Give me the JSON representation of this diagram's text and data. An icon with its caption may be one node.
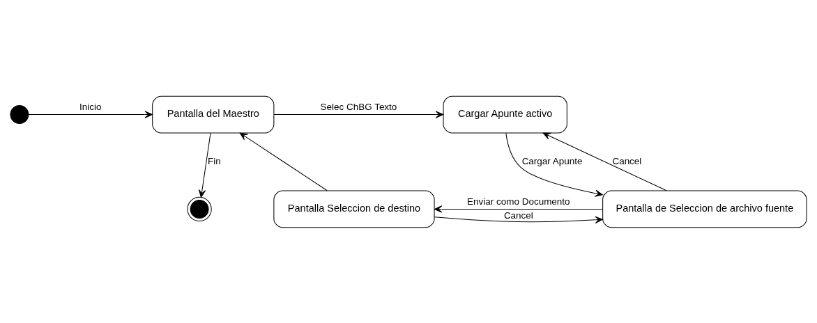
{
  "diagram": {
    "nodes": [
      {
        "text": [],
        "shape": "circle"
      },
      {
        "text": [
          "Pantalla del Maestro"
        ]
      },
      {
        "text": [
          "Cargar Apunte activo"
        ]
      },
      {
        "text": [],
        "shape": "circle"
      },
      {
        "text": [
          "Pantalla Seleccion de destino"
        ]
      },
      {
        "text": [
          "Pantalla de Seleccion de archivo fuente"
        ]
      }
    ],
    "edges": [
      {
        "from": 0,
        "to": 1,
        "arrow": "to",
        "label": "Inicio"
      },
      {
        "from": 1,
        "to": 2,
        "arrow": "to",
        "label": "Selec ChBG Texto"
      },
      {
        "from": 1,
        "to": 3,
        "arrow": "to",
        "label": "Fin"
      },
      {
        "from": 4,
        "to": 1,
        "arrow": "to"
      },
      {
        "from": 5,
        "to": 2,
        "arrow": "to",
        "label": "Cancel"
      },
      {
        "from": 2,
        "to": 5,
        "arrow": "to",
        "label": "Cargar Apunte"
      },
      {
        "from": 4,
        "to": 5,
        "arrow": "to",
        "label": "Cancel"
      },
      {
        "from": 5,
        "to": 4,
        "arrow": "to",
        "label": "Enviar como Documento"
      }
    ]
  }
}
